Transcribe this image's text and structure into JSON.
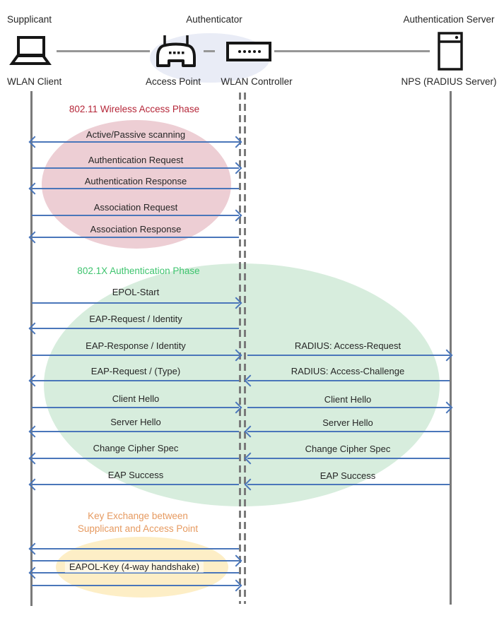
{
  "actors": {
    "supplicant": {
      "role": "Supplicant",
      "device": "WLAN Client",
      "icon": "laptop-icon"
    },
    "authenticator": {
      "role": "Authenticator",
      "devices": [
        {
          "label": "Access Point",
          "icon": "access-point-icon"
        },
        {
          "label": "WLAN Controller",
          "icon": "wlan-controller-icon"
        }
      ]
    },
    "auth_server": {
      "role": "Authentication Server",
      "device": "NPS (RADIUS Server)",
      "icon": "server-icon"
    }
  },
  "phases": {
    "wireless_access": {
      "title": "802.11 Wireless Access Phase",
      "title_color": "#b52638",
      "fill": "#edced4",
      "messages": [
        {
          "label": "Active/Passive scanning",
          "direction": "both"
        },
        {
          "label": "Authentication Request",
          "direction": "right"
        },
        {
          "label": "Authentication Response",
          "direction": "left"
        },
        {
          "label": "Association Request",
          "direction": "right"
        },
        {
          "label": "Association Response",
          "direction": "left"
        }
      ]
    },
    "dot1x_auth": {
      "title": "802.1X Authentication Phase",
      "title_color": "#3ec46e",
      "fill": "#d7eddd",
      "client_side": [
        {
          "label": "EPOL-Start",
          "direction": "right"
        },
        {
          "label": "EAP-Request / Identity",
          "direction": "left"
        },
        {
          "label": "EAP-Response / Identity",
          "direction": "right"
        },
        {
          "label": "EAP-Request / (Type)",
          "direction": "left"
        },
        {
          "label": "Client Hello",
          "direction": "right"
        },
        {
          "label": "Server Hello",
          "direction": "left"
        },
        {
          "label": "Change Cipher Spec",
          "direction": "left"
        },
        {
          "label": "EAP Success",
          "direction": "left"
        }
      ],
      "server_side": [
        {
          "label": "RADIUS: Access-Request",
          "direction": "right"
        },
        {
          "label": "RADIUS: Access-Challenge",
          "direction": "left"
        },
        {
          "label": "Client Hello",
          "direction": "right"
        },
        {
          "label": "Server Hello",
          "direction": "left"
        },
        {
          "label": "Change Cipher Spec",
          "direction": "left"
        },
        {
          "label": "EAP Success",
          "direction": "left"
        }
      ]
    },
    "key_exchange": {
      "title_line1": "Key Exchange between",
      "title_line2": "Supplicant and Access Point",
      "title_color": "#e69a60",
      "fill": "#fdeec6",
      "message": "EAPOL-Key (4-way handshake)",
      "arrows": [
        "left",
        "right",
        "left",
        "right"
      ]
    }
  },
  "colors": {
    "arrow": "#4a76ba",
    "lifeline": "#7a7a7a",
    "connector": "#979797",
    "authenticator_ellipse": "#e9ecf6",
    "text": "#262626"
  }
}
